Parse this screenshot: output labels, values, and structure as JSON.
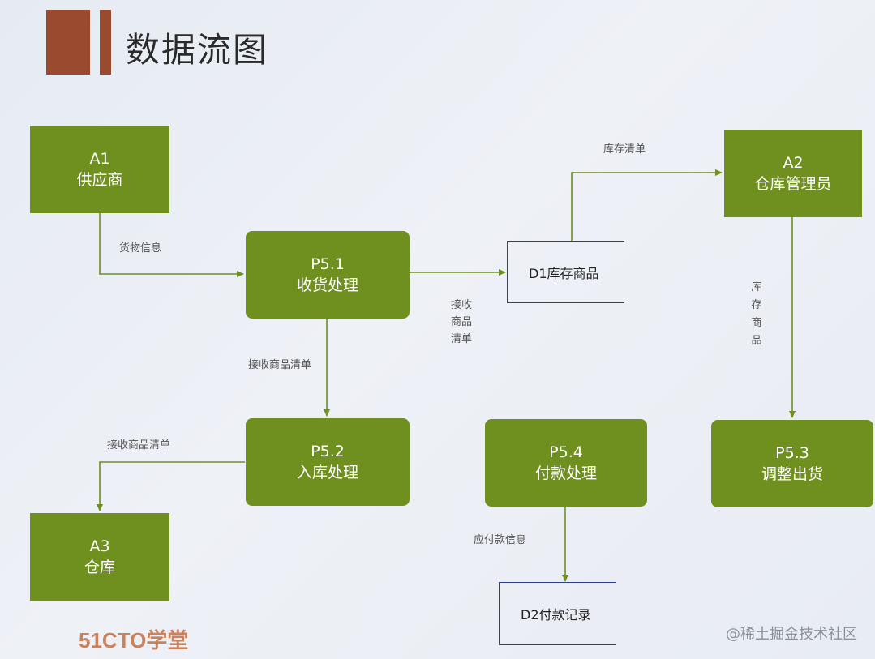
{
  "title": "数据流图",
  "entities": {
    "a1": {
      "id": "A1",
      "name": "供应商"
    },
    "a2": {
      "id": "A2",
      "name": "仓库管理员"
    },
    "a3": {
      "id": "A3",
      "name": "仓库"
    }
  },
  "processes": {
    "p51": {
      "id": "P5.1",
      "name": "收货处理"
    },
    "p52": {
      "id": "P5.2",
      "name": "入库处理"
    },
    "p53": {
      "id": "P5.3",
      "name": "调整出货"
    },
    "p54": {
      "id": "P5.4",
      "name": "付款处理"
    }
  },
  "stores": {
    "d1": "D1库存商品",
    "d2": "D2付款记录"
  },
  "flows": {
    "goods_info": "货物信息",
    "inventory_list": "库存清单",
    "receive_list_v": "接收商品清单",
    "receive_list_1": "接收商品清单",
    "receive_list_2": "接收商品清单",
    "stock_goods": "库存商品",
    "payable_info": "应付款信息"
  },
  "colors": {
    "box_fill": "#6f8f1e",
    "arrow": "#6f8f1e",
    "store_border": "#2f3f8a",
    "title_bar": "#9a4a2e"
  },
  "branding": {
    "logo": "51CTO学堂",
    "watermark": "@稀土掘金技术社区"
  }
}
